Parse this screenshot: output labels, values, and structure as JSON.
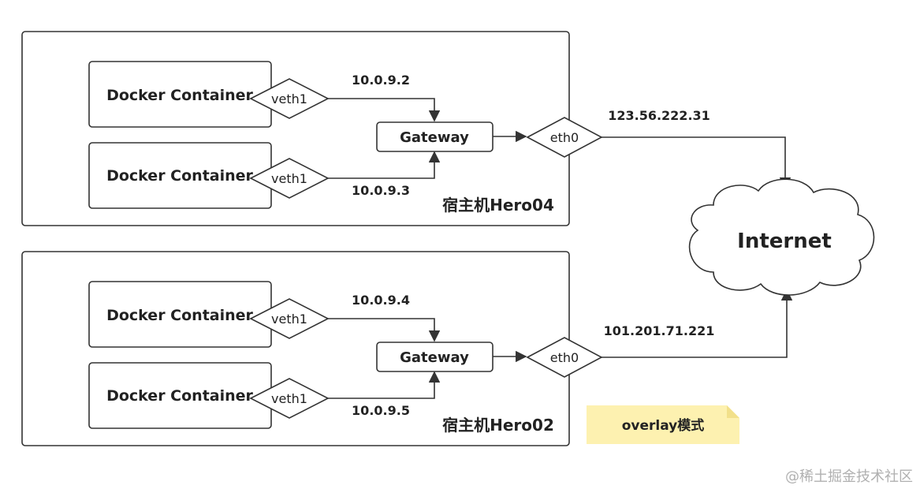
{
  "hosts": [
    {
      "label": "宿主机Hero04",
      "containers": [
        {
          "label": "Docker Container",
          "veth": "veth1",
          "ip": "10.0.9.2"
        },
        {
          "label": "Docker Container",
          "veth": "veth1",
          "ip": "10.0.9.3"
        }
      ],
      "gateway": "Gateway",
      "eth": "eth0",
      "public_ip": "123.56.222.31"
    },
    {
      "label": "宿主机Hero02",
      "containers": [
        {
          "label": "Docker Container",
          "veth": "veth1",
          "ip": "10.0.9.4"
        },
        {
          "label": "Docker Container",
          "veth": "veth1",
          "ip": "10.0.9.5"
        }
      ],
      "gateway": "Gateway",
      "eth": "eth0",
      "public_ip": "101.201.71.221"
    }
  ],
  "internet": "Internet",
  "note": {
    "text": "overlay模式",
    "color": "#fdf1b0",
    "fold_color": "#f2e08a"
  },
  "watermark": "@稀土掘金技术社区",
  "colors": {
    "stroke": "#333333",
    "text": "#222222",
    "watermark": "#b0b0b0"
  }
}
